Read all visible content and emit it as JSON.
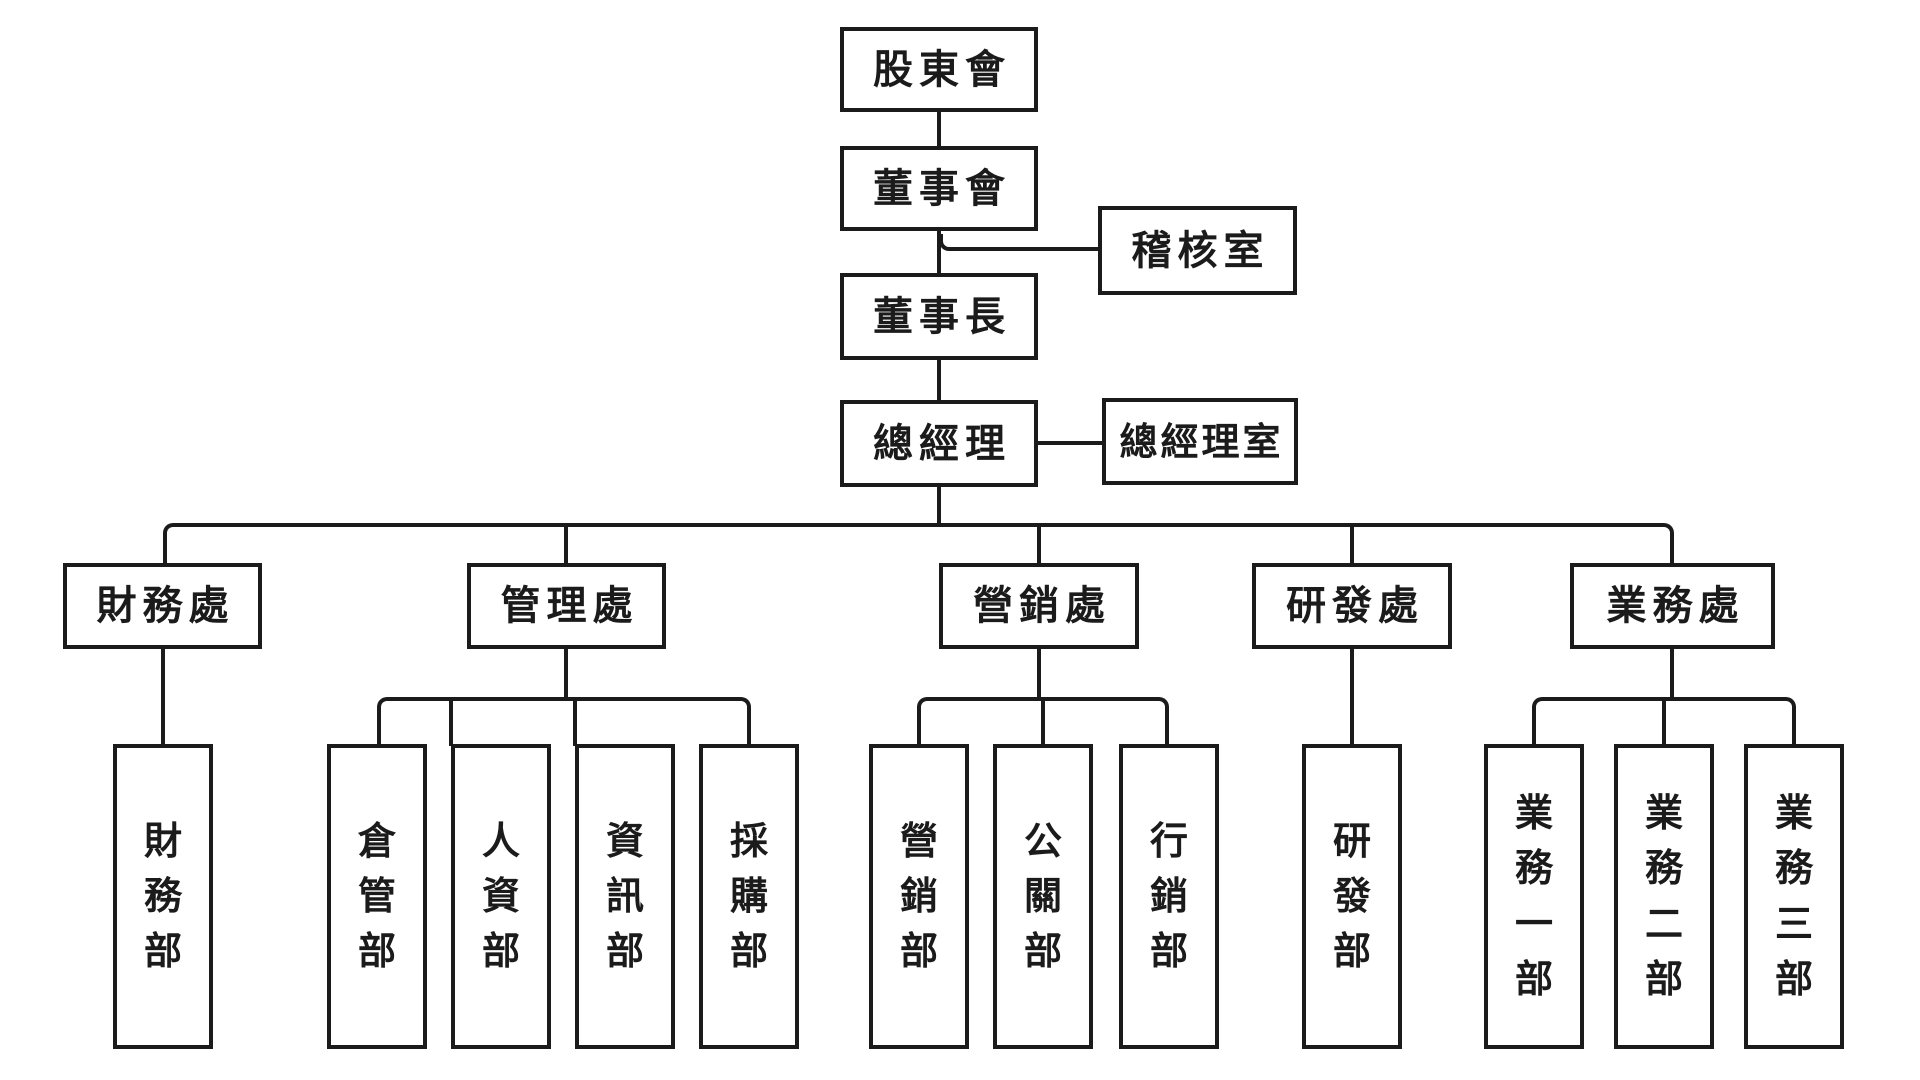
{
  "page": {
    "background_color": "#ffffff",
    "line_color": "#1b1b1b",
    "diagram_type": "org-chart"
  },
  "nodes": {
    "shareholders": {
      "label": "股東會"
    },
    "board": {
      "label": "董事會"
    },
    "audit_office": {
      "label": "稽核室"
    },
    "chairman": {
      "label": "董事長"
    },
    "general_manager": {
      "label": "總經理"
    },
    "gm_office": {
      "label": "總經理室"
    },
    "finance_division": {
      "label": "財務處"
    },
    "management_division": {
      "label": "管理處"
    },
    "marketing_sales_division": {
      "label": "營銷處"
    },
    "rnd_division": {
      "label": "研發處"
    },
    "business_division": {
      "label": "業務處"
    },
    "finance_dept": {
      "label": "財務部"
    },
    "warehouse_dept": {
      "label": "倉管部"
    },
    "hr_dept": {
      "label": "人資部"
    },
    "it_dept": {
      "label": "資訊部"
    },
    "purchasing_dept": {
      "label": "採購部"
    },
    "sales_dept": {
      "label": "營銷部"
    },
    "pr_dept": {
      "label": "公關部"
    },
    "marketing_dept": {
      "label": "行銷部"
    },
    "rnd_dept": {
      "label": "研發部"
    },
    "business_dept_1": {
      "label": "業務一部"
    },
    "business_dept_2": {
      "label": "業務二部"
    },
    "business_dept_3": {
      "label": "業務三部"
    }
  },
  "hierarchy": {
    "root": "shareholders",
    "edges": [
      {
        "parent": "shareholders",
        "child": "board",
        "type": "line"
      },
      {
        "parent": "board",
        "child": "audit_office",
        "type": "staff"
      },
      {
        "parent": "board",
        "child": "chairman",
        "type": "line"
      },
      {
        "parent": "chairman",
        "child": "general_manager",
        "type": "line"
      },
      {
        "parent": "general_manager",
        "child": "gm_office",
        "type": "staff"
      },
      {
        "parent": "general_manager",
        "child": "finance_division",
        "type": "line"
      },
      {
        "parent": "general_manager",
        "child": "management_division",
        "type": "line"
      },
      {
        "parent": "general_manager",
        "child": "marketing_sales_division",
        "type": "line"
      },
      {
        "parent": "general_manager",
        "child": "rnd_division",
        "type": "line"
      },
      {
        "parent": "general_manager",
        "child": "business_division",
        "type": "line"
      },
      {
        "parent": "finance_division",
        "child": "finance_dept",
        "type": "line"
      },
      {
        "parent": "management_division",
        "child": "warehouse_dept",
        "type": "line"
      },
      {
        "parent": "management_division",
        "child": "hr_dept",
        "type": "line"
      },
      {
        "parent": "management_division",
        "child": "it_dept",
        "type": "line"
      },
      {
        "parent": "management_division",
        "child": "purchasing_dept",
        "type": "line"
      },
      {
        "parent": "marketing_sales_division",
        "child": "sales_dept",
        "type": "line"
      },
      {
        "parent": "marketing_sales_division",
        "child": "pr_dept",
        "type": "line"
      },
      {
        "parent": "marketing_sales_division",
        "child": "marketing_dept",
        "type": "line"
      },
      {
        "parent": "rnd_division",
        "child": "rnd_dept",
        "type": "line"
      },
      {
        "parent": "business_division",
        "child": "business_dept_1",
        "type": "line"
      },
      {
        "parent": "business_division",
        "child": "business_dept_2",
        "type": "line"
      },
      {
        "parent": "business_division",
        "child": "business_dept_3",
        "type": "line"
      }
    ]
  }
}
